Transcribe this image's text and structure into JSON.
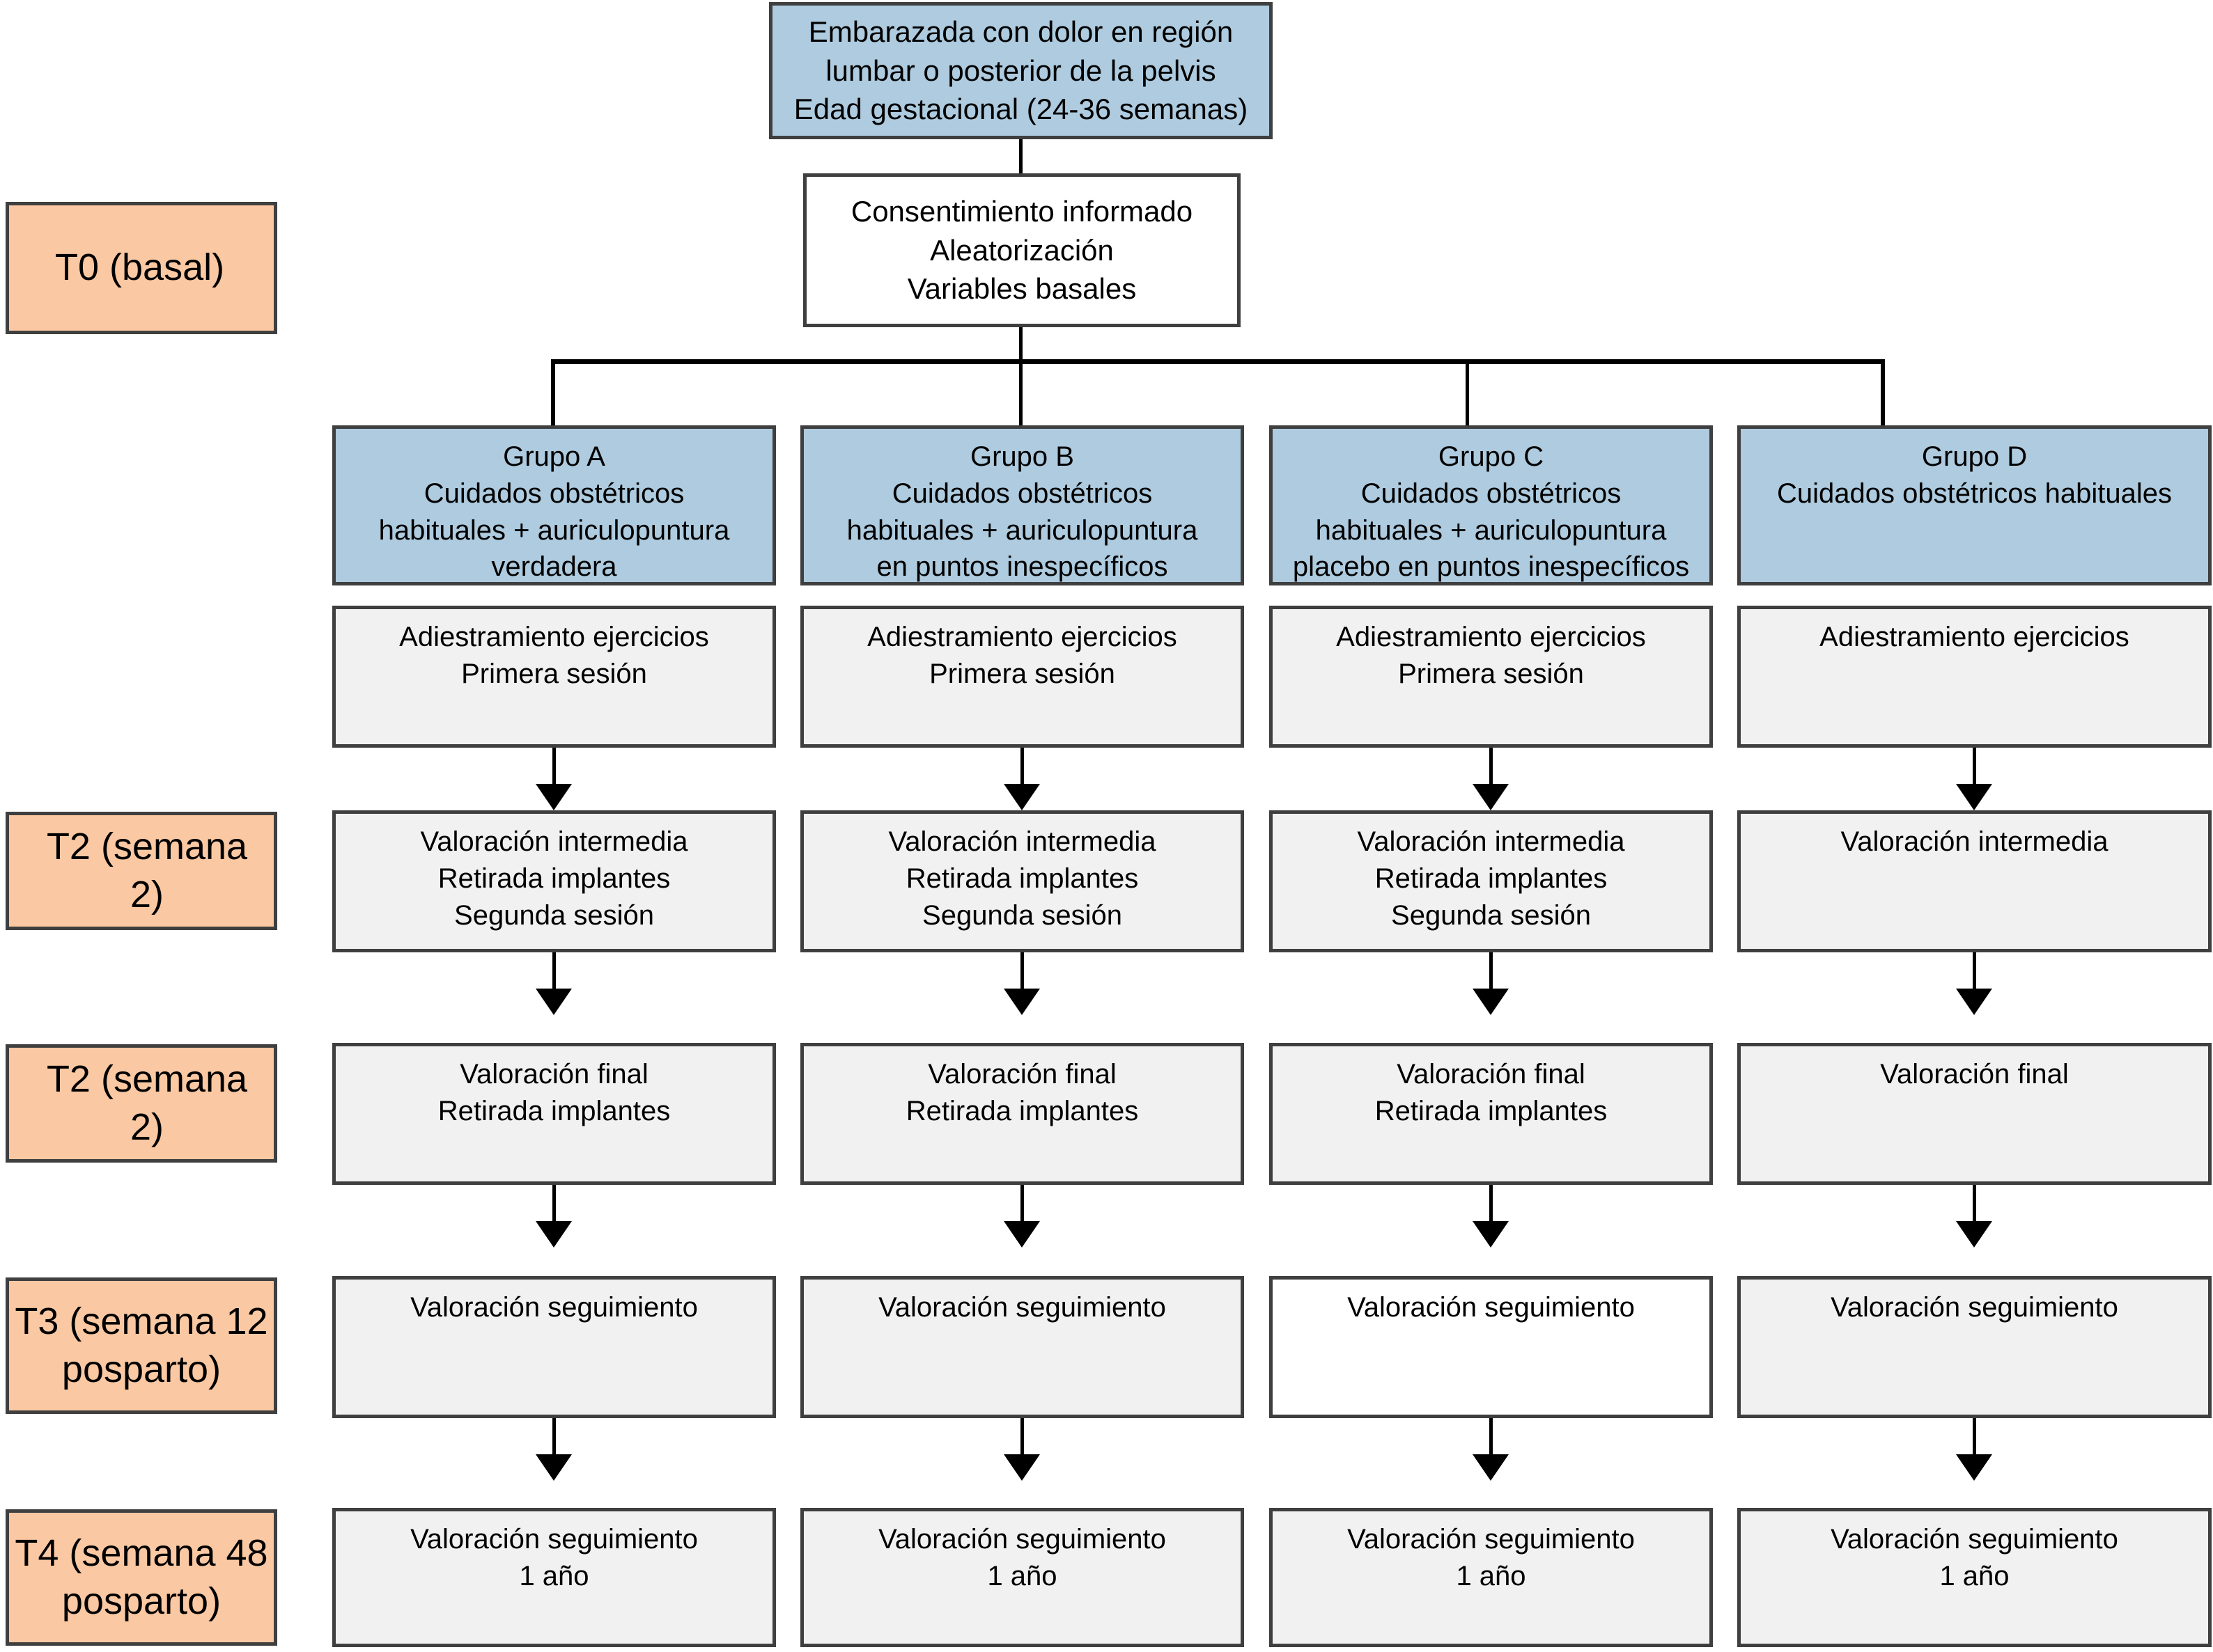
{
  "diagram": {
    "title_box": {
      "text": "Embarazada con dolor en región\nlumbar o posterior de la pelvis\nEdad gestacional (24-36 semanas)"
    },
    "consent_box": {
      "text": "Consentimiento informado\nAleatorización\nVariables basales"
    },
    "timepoints": [
      {
        "id": "T0",
        "label": "T0 (basal)"
      },
      {
        "id": "T2a",
        "label": "T2 (semana 2)"
      },
      {
        "id": "T2b",
        "label": "T2 (semana 2)"
      },
      {
        "id": "T3",
        "label": "T3 (semana 12\nposparto)"
      },
      {
        "id": "T4",
        "label": "T4 (semana 48\nposparto)"
      }
    ],
    "groups": [
      {
        "id": "A",
        "label": "Grupo A\nCuidados obstétricos\nhabituales + auriculopuntura\nverdadera"
      },
      {
        "id": "B",
        "label": "Grupo B\nCuidados obstétricos\nhabituales + auriculopuntura\nen puntos inespecíficos"
      },
      {
        "id": "C",
        "label": "Grupo C\nCuidados obstétricos\nhabituales + auriculopuntura\nplacebo en puntos inespecíficos"
      },
      {
        "id": "D",
        "label": "Grupo D\nCuidados obstétricos habituales"
      }
    ],
    "rows": [
      {
        "id": "adiestramiento",
        "cells": [
          "Adiestramiento ejercicios\nPrimera sesión",
          "Adiestramiento ejercicios\nPrimera sesión",
          "Adiestramiento ejercicios\nPrimera sesión",
          "Adiestramiento ejercicios"
        ]
      },
      {
        "id": "intermedia",
        "cells": [
          "Valoración intermedia\nRetirada implantes\nSegunda sesión",
          "Valoración intermedia\nRetirada implantes\nSegunda sesión",
          "Valoración intermedia\nRetirada implantes\nSegunda sesión",
          "Valoración intermedia"
        ]
      },
      {
        "id": "final",
        "cells": [
          "Valoración final\nRetirada implantes",
          "Valoración final\nRetirada implantes",
          "Valoración final\nRetirada implantes",
          "Valoración final"
        ]
      },
      {
        "id": "seguimiento",
        "cells": [
          "Valoración seguimiento",
          "Valoración seguimiento",
          "Valoración seguimiento",
          "Valoración seguimiento"
        ]
      },
      {
        "id": "seguimiento-1a",
        "cells": [
          "Valoración seguimiento\n1 año",
          "Valoración seguimiento\n1 año",
          "Valoración seguimiento\n1 año",
          "Valoración seguimiento\n1 año"
        ]
      }
    ],
    "colors": {
      "blue": "#aecbdf",
      "peach": "#fac8a2",
      "gray": "#f1f1f1",
      "border": "#3f3f3f",
      "line": "#000000"
    }
  }
}
